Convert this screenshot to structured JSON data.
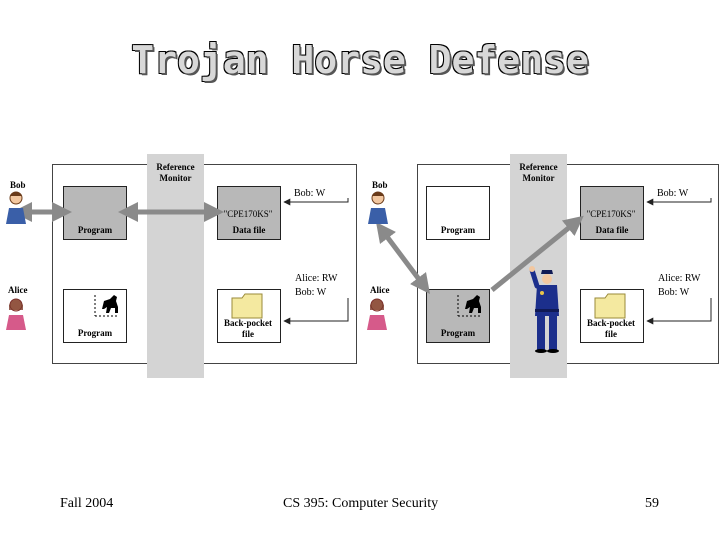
{
  "title": "Trojan Horse Defense",
  "footer": {
    "left": "Fall 2004",
    "center": "CS 395: Computer Security",
    "right": "59"
  },
  "left_panel": {
    "monitor_label": "Reference\nMonitor",
    "bob": "Bob",
    "alice": "Alice",
    "program_top": "Program",
    "program_bottom": "Program",
    "data_file_name": "\"CPE170KS\"",
    "data_file_label": "Data file",
    "acl_top": "Bob: W",
    "acl_bottom_1": "Alice: RW",
    "acl_bottom_2": "Bob: W",
    "pocket_label": "Back-pocket\nfile"
  },
  "right_panel": {
    "monitor_label": "Reference\nMonitor",
    "bob": "Bob",
    "alice": "Alice",
    "program_top": "Program",
    "program_bottom": "Program",
    "data_file_name": "\"CPE170KS\"",
    "data_file_label": "Data file",
    "acl_top": "Bob: W",
    "acl_bottom_1": "Alice: RW",
    "acl_bottom_2": "Bob: W",
    "pocket_label": "Back-pocket\nfile"
  },
  "colors": {
    "monitor": "#d4d4d4",
    "shaded_box": "#b8b8b8",
    "arrow": "#8a8a8a",
    "folder": "#f4e9a0",
    "police": "#1c2f8c"
  }
}
